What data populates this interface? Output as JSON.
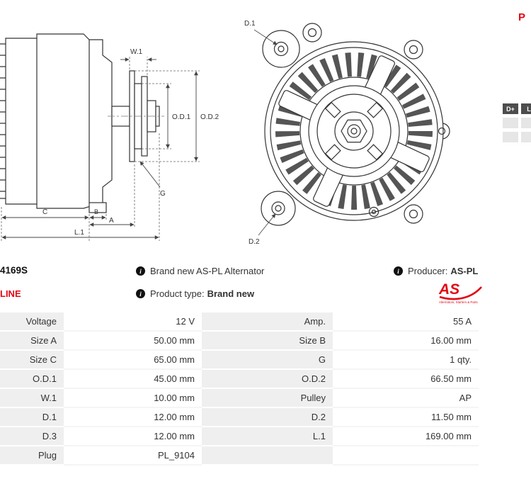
{
  "header": {
    "top_right_partial": "P"
  },
  "product": {
    "code_partial": "4169S",
    "line_partial": "LINE",
    "title": "Brand new AS-PL Alternator",
    "type_label": "Product type:",
    "type_value": "Brand new",
    "producer_label": "Producer:",
    "producer_value": "AS-PL"
  },
  "logo": {
    "text": "AS",
    "tagline": "Alternators, Starters & Parts",
    "color": "#e30613"
  },
  "icons": {
    "info": "i"
  },
  "terminals": {
    "badge1": "D+",
    "badge2": "L"
  },
  "drawing_labels": {
    "w1": "W.1",
    "od1": "O.D.1",
    "od2": "O.D.2",
    "g": "G",
    "c": "C",
    "b": "B",
    "a": "A",
    "l1": "L.1",
    "d1": "D.1",
    "d2": "D.2"
  },
  "spec_table": {
    "rows": [
      {
        "l1": "Voltage",
        "v1": "12 V",
        "l2": "Amp.",
        "v2": "55 A"
      },
      {
        "l1": "Size A",
        "v1": "50.00 mm",
        "l2": "Size B",
        "v2": "16.00 mm"
      },
      {
        "l1": "Size C",
        "v1": "65.00 mm",
        "l2": "G",
        "v2": "1 qty."
      },
      {
        "l1": "O.D.1",
        "v1": "45.00 mm",
        "l2": "O.D.2",
        "v2": "66.50 mm"
      },
      {
        "l1": "W.1",
        "v1": "10.00 mm",
        "l2": "Pulley",
        "v2": "AP"
      },
      {
        "l1": "D.1",
        "v1": "12.00 mm",
        "l2": "D.2",
        "v2": "11.50 mm"
      },
      {
        "l1": "D.3",
        "v1": "12.00 mm",
        "l2": "L.1",
        "v2": "169.00 mm"
      },
      {
        "l1": "Plug",
        "v1": "PL_9104",
        "l2": "",
        "v2": ""
      }
    ]
  }
}
